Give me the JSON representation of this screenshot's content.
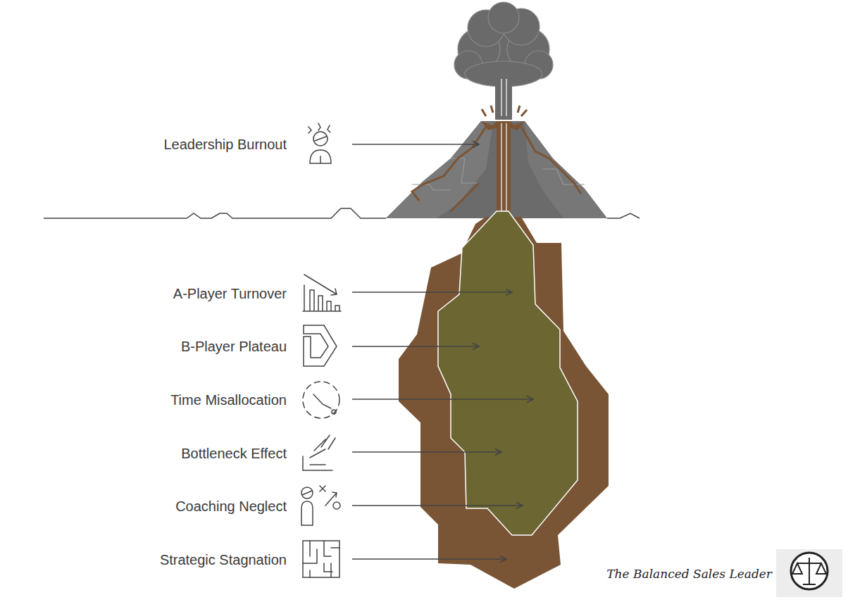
{
  "diagram": {
    "labels": [
      "Leadership Burnout",
      "A-Player Turnover",
      "B-Player Plateau",
      "Time Misallocation",
      "Bottleneck Effect",
      "Coaching Neglect",
      "Strategic Stagnation",
      "The Balanced Sales Leader"
    ]
  }
}
